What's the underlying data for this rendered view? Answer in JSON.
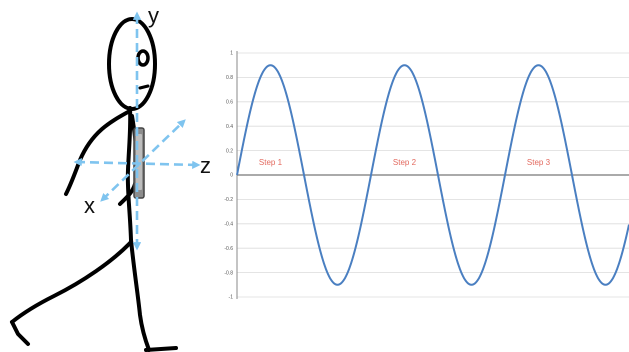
{
  "figure": {
    "axes_labels": {
      "y": "y",
      "z": "z",
      "x": "x"
    },
    "colors": {
      "arrow": "#7fc4ef",
      "wave": "#4a7fc1",
      "step_label": "#e36a5f",
      "grid": "#dcdcdc",
      "ink": "#000000"
    },
    "phone_icon": "phone-icon"
  },
  "chart_data": {
    "type": "line",
    "title": "",
    "xlabel": "",
    "ylabel": "",
    "ylim": [
      -1,
      1
    ],
    "yticks": [
      "1",
      "0.8",
      "0.6",
      "0.4",
      "0.2",
      "0",
      "-0.2",
      "-0.4",
      "-0.6",
      "-0.8",
      "-1"
    ],
    "grid": true,
    "series": [
      {
        "function": "sine",
        "amplitude": 0.9,
        "cycles": 3
      }
    ],
    "annotations": [
      "Step 1",
      "Step 2",
      "Step 3"
    ]
  }
}
